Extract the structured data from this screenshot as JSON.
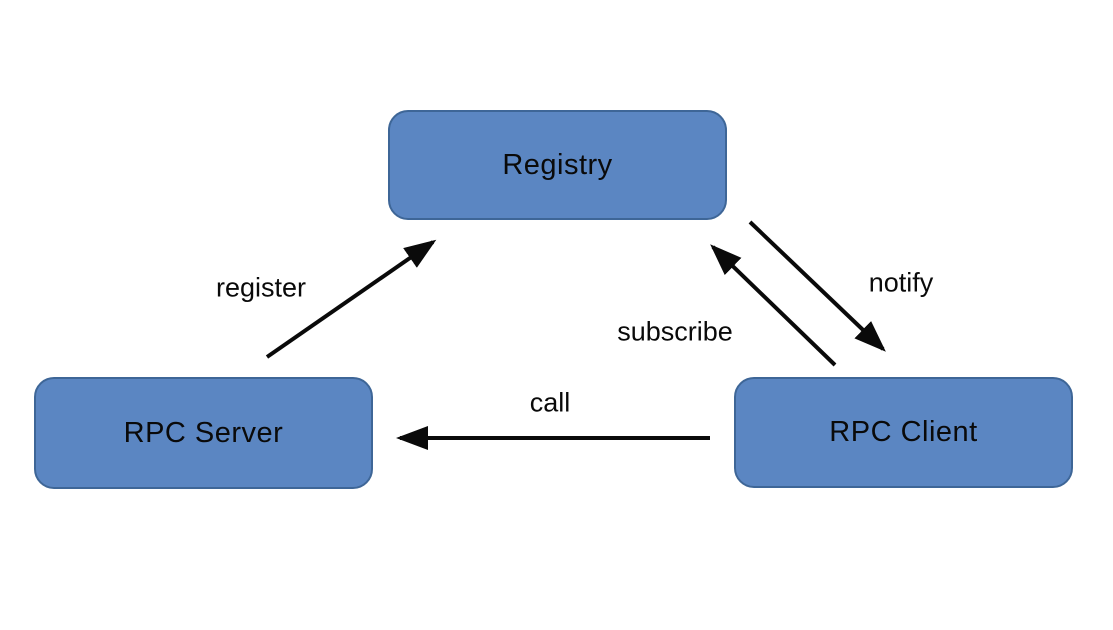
{
  "diagram": {
    "type": "architecture-diagram",
    "colors": {
      "node_fill": "#5b86c2",
      "node_border": "#3e6697",
      "arrow": "#0a0a0a",
      "text": "#0a0a0a",
      "background": "#ffffff"
    },
    "nodes": [
      {
        "id": "registry",
        "label": "Registry"
      },
      {
        "id": "rpc-server",
        "label": "RPC Server"
      },
      {
        "id": "rpc-client",
        "label": "RPC Client"
      }
    ],
    "edges": [
      {
        "id": "register",
        "label": "register",
        "from": "rpc-server",
        "to": "registry"
      },
      {
        "id": "subscribe",
        "label": "subscribe",
        "from": "rpc-client",
        "to": "registry"
      },
      {
        "id": "notify",
        "label": "notify",
        "from": "registry",
        "to": "rpc-client"
      },
      {
        "id": "call",
        "label": "call",
        "from": "rpc-client",
        "to": "rpc-server"
      }
    ]
  }
}
